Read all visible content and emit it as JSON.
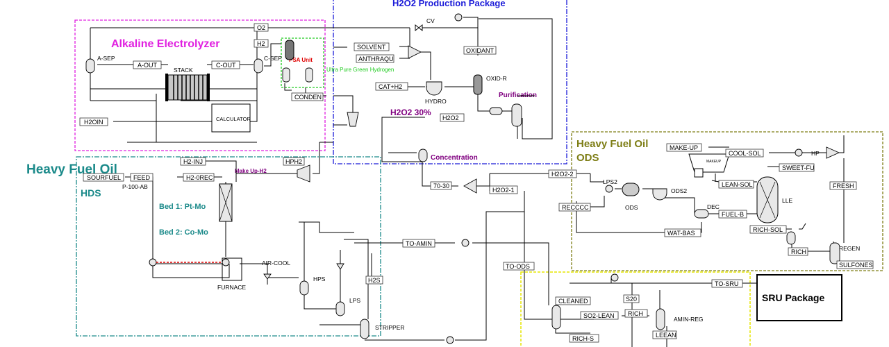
{
  "packages": {
    "electrolyzer": {
      "title": "Alkaline Electrolyzer",
      "color": "#e020e0"
    },
    "h2o2": {
      "title": "H2O2 Production Package",
      "color": "#1a1ad8"
    },
    "hds": {
      "title_line1": "Heavy Fuel Oil",
      "title_line2": "HDS",
      "color": "#1b8a8a"
    },
    "ods": {
      "title_line1": "Heavy Fuel Oil",
      "title_line2": "ODS",
      "color": "#7d7d14"
    },
    "sru": {
      "title": "SRU Package"
    },
    "psa": {
      "title": "PSA Unit",
      "note": "Ultra Pure Green Hydrogen",
      "color": "#22cc22"
    }
  },
  "sections": {
    "purification": "Purification",
    "concentration": "Concentration",
    "h2o2_pct": "H2O2 30%",
    "makeup_h2": "Make Up-H2",
    "bed1": "Bed 1: Pt-Mo",
    "bed2": "Bed 2: Co-Mo"
  },
  "streams": {
    "o2": "O2",
    "h2": "H2",
    "a_out": "A-OUT",
    "c_out": "C-OUT",
    "h2oin": "H2OIN",
    "conden": "CONDEN",
    "solvent": "SOLVENT",
    "anthraqu": "ANTHRAQU",
    "oxidant": "OXIDANT",
    "cat_h2": "CAT+H2",
    "h2o2": "H2O2",
    "h2_inj": "H2-INJ",
    "hph2": "HPH2",
    "sourfuel": "SOURFUEL",
    "feed": "FEED",
    "h2_0rec": "H2-0REC",
    "to_amin": "TO-AMIN",
    "h2s": "H2S",
    "to_ods": "TO-ODS",
    "h2o2_2": "H2O2-2",
    "h2o2_1": "H2O2-1",
    "seventy_thirty": "70-30",
    "make_up": "MAKE-UP",
    "cool_sol": "COOL-SOL",
    "lean_sol": "LEAN-SOL",
    "sweet_fu": "SWEET-FU",
    "fresh": "FRESH",
    "recccc": "RECCCC",
    "fuel_b": "FUEL-B",
    "wat_bas": "WAT-BAS",
    "rich_sol": "RICH-SOL",
    "rich": "RICH",
    "sulfones": "SULFONES",
    "to_sru": "TO-SRU",
    "cleaned": "CLEANED",
    "s20": "S20",
    "so2_lean": "SO2-LEAN",
    "rich2": "RICH",
    "lean": "LEEAN",
    "rich_s": "RICH-S"
  },
  "units": {
    "a_sep": "A-SEP",
    "stack": "STACK",
    "c_sep": "C-SEP",
    "calculator": "CALCULATOR",
    "cv": "CV",
    "hydro": "HYDRO",
    "oxid_r": "OXID-R",
    "p100ab": "P-100-AB",
    "furnace": "FURNACE",
    "air_cool": "AIR-COOL",
    "hps": "HPS",
    "lps": "LPS",
    "stripper": "STRIPPER",
    "lps2": "LPS2",
    "ods": "ODS",
    "ods2": "ODS2",
    "dec": "DEC",
    "lle": "LLE",
    "hp": "HP",
    "makeup_unit": "MAKEUP",
    "regen": "REGEN",
    "amin_reg": "AMIN-REG"
  }
}
